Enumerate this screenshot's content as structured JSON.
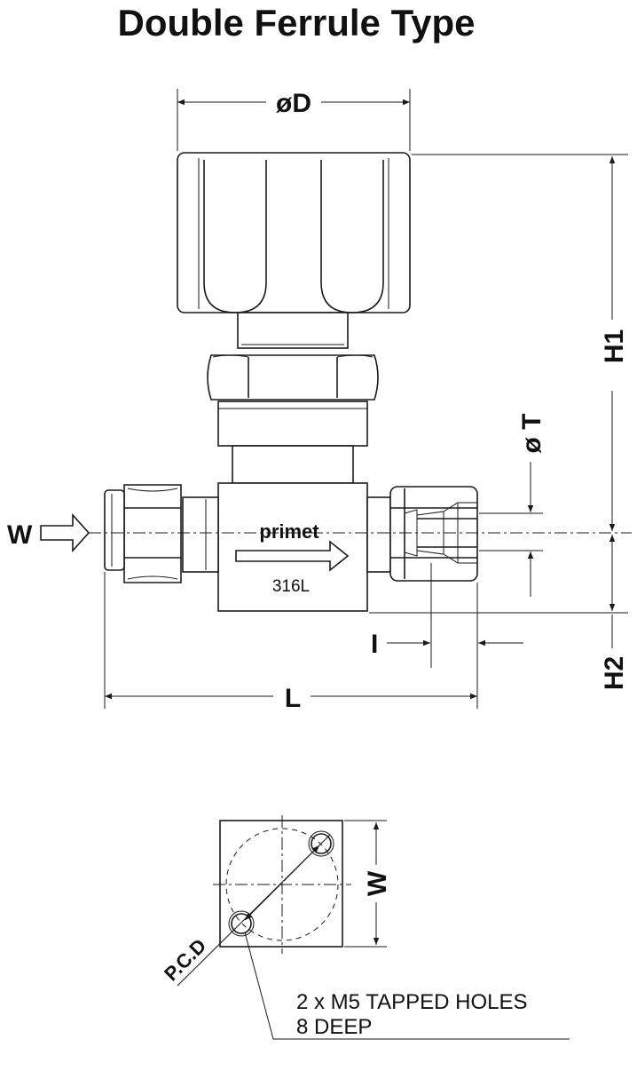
{
  "title": "Double Ferrule Type",
  "dimensions": {
    "diameter_D": "øD",
    "height_H1": "H1",
    "height_H2": "H2",
    "tube_diameter_T": "ø T",
    "length_L": "L",
    "insertion_I": "I",
    "width_W_bottom": "W",
    "flow_W": "W"
  },
  "body_marking": {
    "brand": "primet",
    "material": "316L"
  },
  "bottom_view": {
    "pcd_label": "P.C.D",
    "note_line1": "2 x M5 TAPPED HOLES",
    "note_line2": "8 DEEP"
  },
  "colors": {
    "line": "#1a1a1a",
    "background": "#ffffff"
  }
}
